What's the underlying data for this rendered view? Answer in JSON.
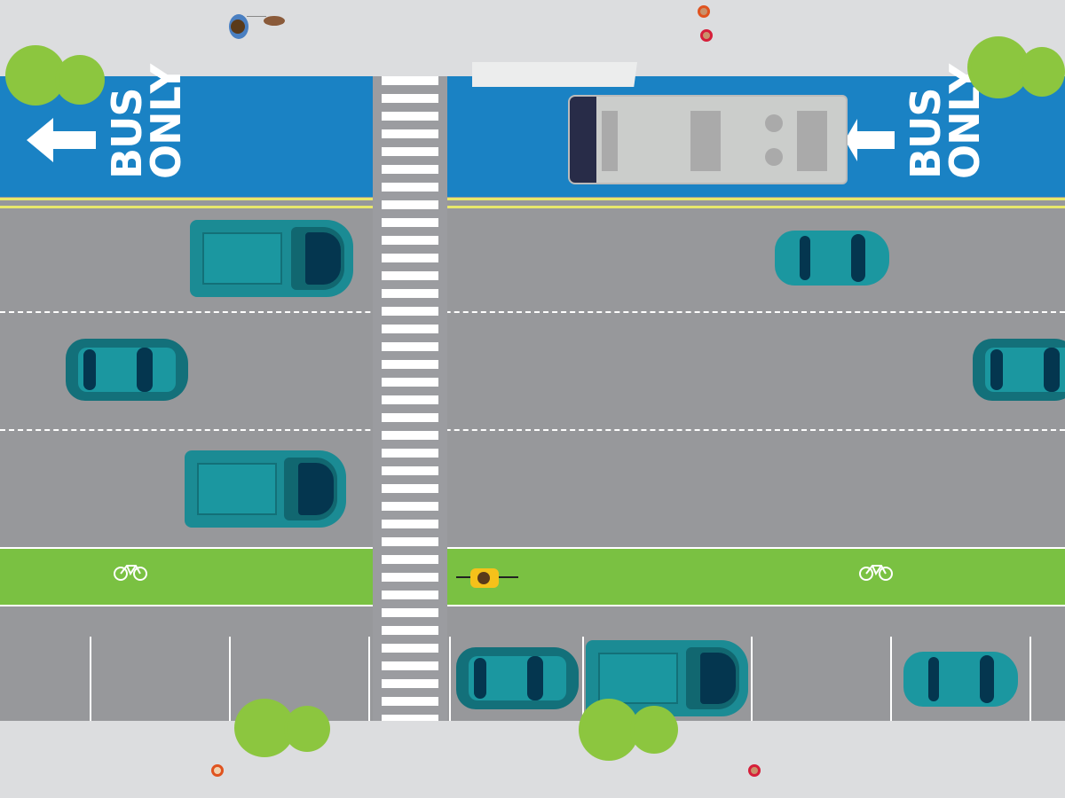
{
  "street": {
    "bus_lane_left": {
      "line1": "BUS",
      "line2": "ONLY",
      "arrow": "arrow-left-icon"
    },
    "bus_lane_right": {
      "line1": "BUS",
      "line2": "ONLY",
      "arrow": "arrow-left-icon"
    }
  },
  "colors": {
    "bus_lane": "#1a82c4",
    "bike_lane": "#7ac142",
    "road": "#97989b",
    "sidewalk": "#dcdddf",
    "vehicle": "#1b97a0",
    "center_line": "#e8e86a"
  }
}
